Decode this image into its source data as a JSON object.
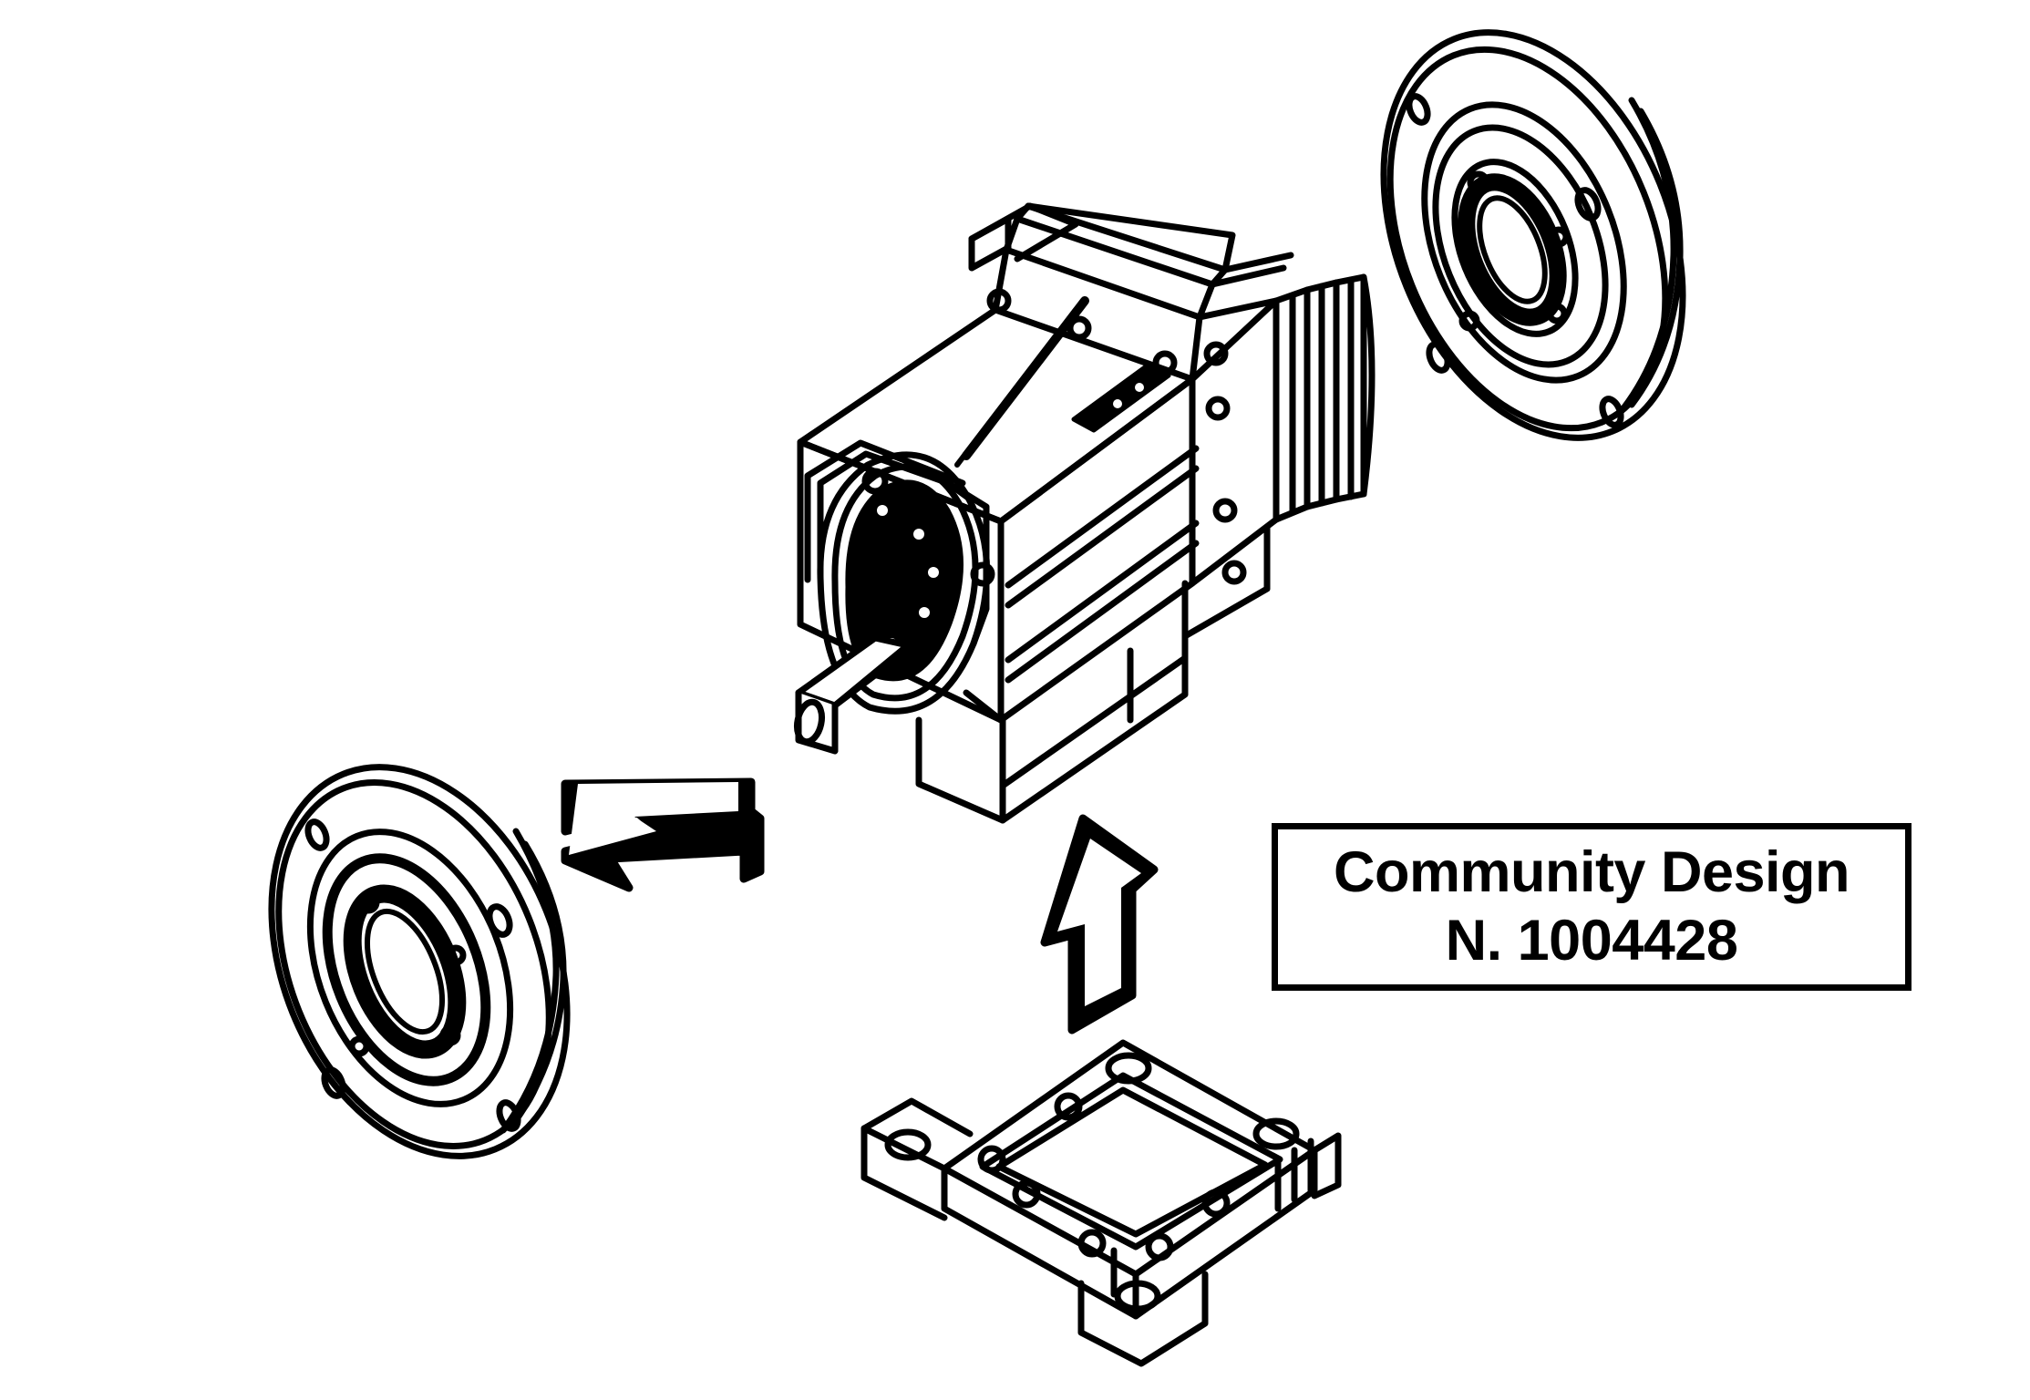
{
  "drawing": {
    "title": "Exploded assembly drawing of an electric motor",
    "background_color": "#ffffff",
    "line_color": "#000000",
    "parts": [
      {
        "id": "rear-bearing-flange",
        "name": "Rear bearing flange / end shield",
        "position": "top-right"
      },
      {
        "id": "motor-housing",
        "name": "Motor housing with cooling fins, terminal box and output shaft",
        "position": "center"
      },
      {
        "id": "front-bearing-flange",
        "name": "Front bearing flange / end shield",
        "position": "left"
      },
      {
        "id": "mounting-base-plate",
        "name": "Mounting base plate / foot bracket",
        "position": "bottom-center"
      },
      {
        "id": "assembly-arrow-left",
        "name": "Assembly direction arrow pointing right toward the motor",
        "position": "left-center"
      },
      {
        "id": "assembly-arrow-bottom",
        "name": "Assembly direction arrow pointing up toward the motor",
        "position": "bottom-center"
      }
    ]
  },
  "label": {
    "line1": "Community Design",
    "line2": "N. 1004428",
    "border_color": "#000000",
    "text_color": "#000000",
    "background_color": "#ffffff"
  }
}
